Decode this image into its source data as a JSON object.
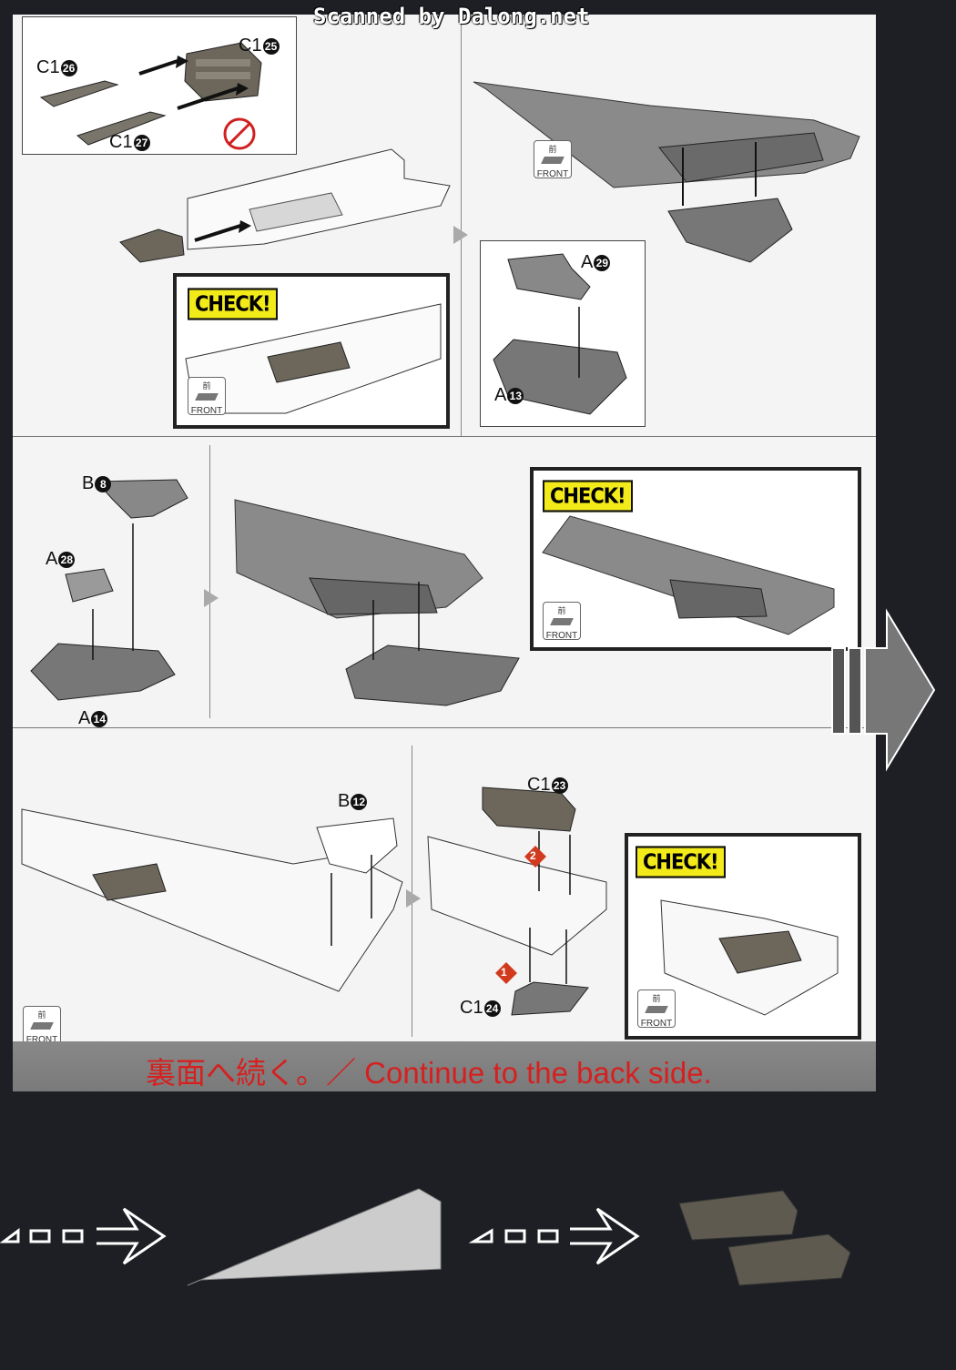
{
  "scan_credit": "Scanned by Dalong.net",
  "check_label": "CHECK!",
  "front_badge": {
    "kanji": "前",
    "text": "FRONT"
  },
  "step1": {
    "parts": [
      {
        "letter": "C1",
        "num": "26"
      },
      {
        "letter": "C1",
        "num": "25"
      },
      {
        "letter": "C1",
        "num": "27"
      }
    ]
  },
  "step2": {
    "parts": [
      {
        "letter": "A",
        "num": "29"
      },
      {
        "letter": "A",
        "num": "13"
      }
    ]
  },
  "step3": {
    "parts": [
      {
        "letter": "B",
        "num": "8"
      },
      {
        "letter": "A",
        "num": "28"
      },
      {
        "letter": "A",
        "num": "14"
      }
    ]
  },
  "step5": {
    "parts": [
      {
        "letter": "B",
        "num": "12"
      }
    ]
  },
  "step6": {
    "parts": [
      {
        "letter": "C1",
        "num": "23"
      },
      {
        "letter": "C1",
        "num": "24"
      }
    ],
    "order_marks": [
      "2",
      "1"
    ]
  },
  "footer_text": "裏面へ続く。／ Continue to the back side.",
  "colors": {
    "sheet": "#f4f4f4",
    "background": "#1d1f24",
    "check_yellow": "#f3ea1a",
    "footer_red": "#d62020",
    "footer_band": "#808080"
  }
}
